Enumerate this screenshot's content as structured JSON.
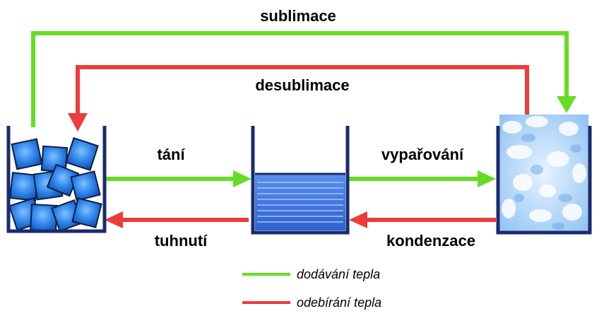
{
  "diagram": {
    "transitions": {
      "sublimation": "sublimace",
      "desublimation": "desublimace",
      "melting": "tání",
      "vaporization": "vypařování",
      "freezing": "tuhnutí",
      "condensation": "kondenzace"
    },
    "legend": {
      "heat_added": "dodávání tepla",
      "heat_removed": "odebírání tepla"
    },
    "colors": {
      "heat_added": "#66dd22",
      "heat_removed": "#ee3b3b",
      "container": "#1a2c6e",
      "ice": "#1f72d6",
      "water": "#3f7ae0",
      "vapor": "#a9cff4"
    },
    "states": [
      "solid",
      "liquid",
      "gas"
    ]
  }
}
